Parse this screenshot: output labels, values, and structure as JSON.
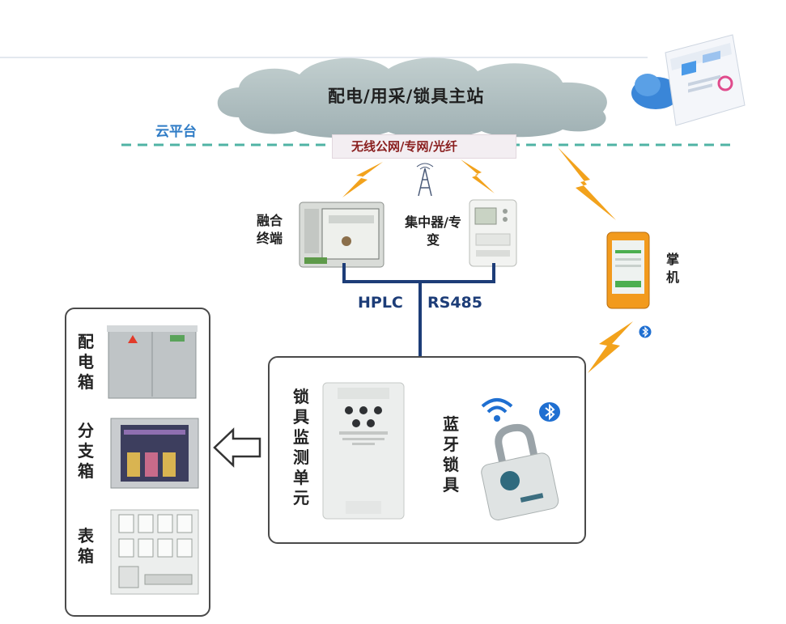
{
  "cloud": {
    "title": "配电/用采/锁具主站",
    "platform_label": "云平台"
  },
  "network": {
    "label": "无线公网/专网/光纤"
  },
  "devices": {
    "fusion_terminal": "融合终端",
    "concentrator": "集中器/专变",
    "handheld": "掌机"
  },
  "link": {
    "label_a": "HPLC",
    "label_b": "RS485"
  },
  "lock_monitor": {
    "label": "锁具监测单元"
  },
  "bluetooth_lock": {
    "label": "蓝牙锁具"
  },
  "boxes": {
    "distribution": "配电箱",
    "branch": "分支箱",
    "meter": "表箱"
  },
  "colors": {
    "bus_line": "#1d3d78",
    "lightning": "#f2a21c",
    "dashed_line": "#4fb3a4",
    "bluetooth": "#1f6fd1"
  }
}
